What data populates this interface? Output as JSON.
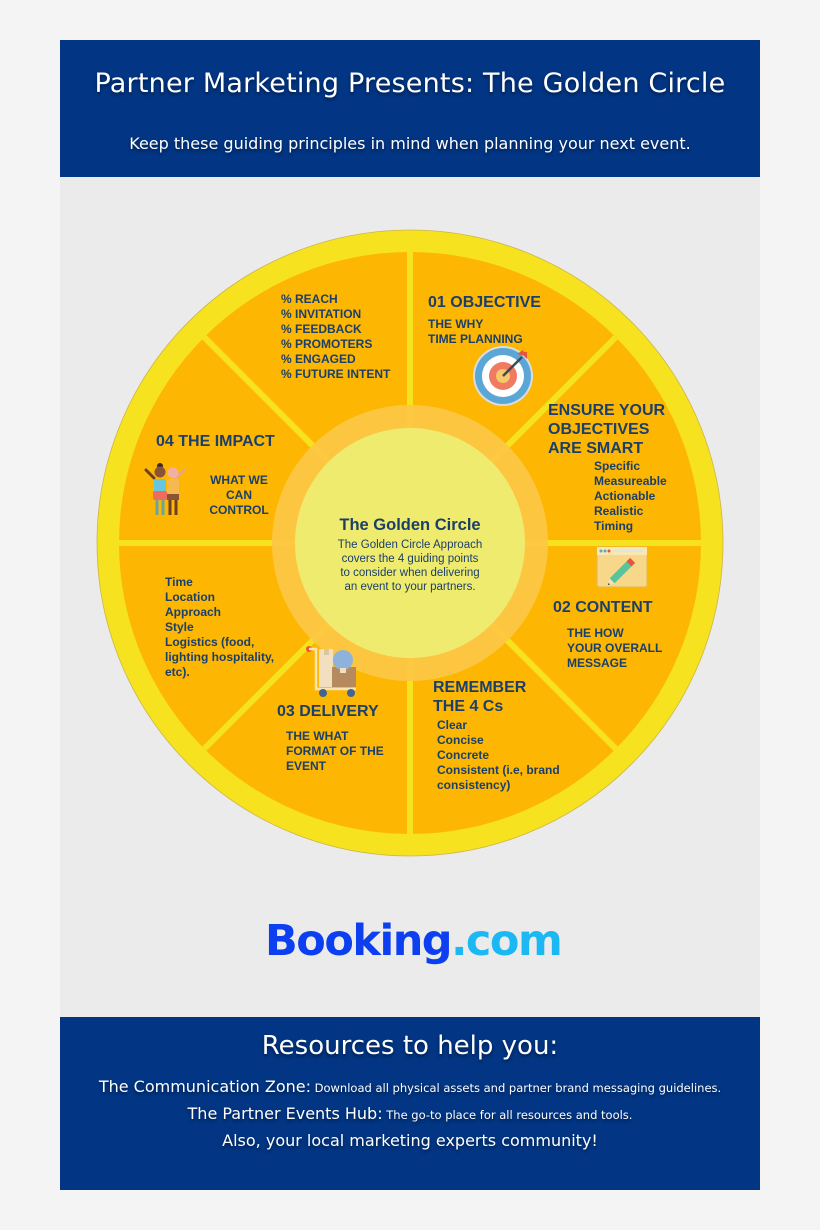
{
  "header": {
    "title": "Partner Marketing Presents: The Golden Circle",
    "subtitle": "Keep these guiding principles in mind when planning your next event."
  },
  "colors": {
    "header_bg": "#023583",
    "page_bg": "#ebebeb",
    "outer_ring": "#f7e21f",
    "segment": "#fdb602",
    "divider": "#f7e21f",
    "inner_ring": "#fdc743",
    "inner_disc": "#efeb6f",
    "text_dark": "#1a3f6b",
    "logo_booking": "#0c3ff0",
    "logo_com": "#1cb8f4"
  },
  "center": {
    "title": "The Golden Circle",
    "body": [
      "The Golden Circle Approach",
      "covers the 4 guiding points",
      "to consider when delivering",
      "an event to your partners."
    ]
  },
  "segments": {
    "metrics": {
      "items": [
        "% REACH",
        "% INVITATION",
        "% FEEDBACK",
        "% PROMOTERS",
        "% ENGAGED",
        "% FUTURE INTENT"
      ]
    },
    "objective": {
      "heading": "01 OBJECTIVE",
      "lines": [
        "THE WHY",
        "TIME PLANNING"
      ],
      "icon": "target-icon"
    },
    "smart": {
      "heading": [
        "ENSURE YOUR",
        "OBJECTIVES",
        "ARE SMART"
      ],
      "items": [
        "Specific",
        "Measureable",
        "Actionable",
        "Realistic",
        "Timing"
      ]
    },
    "content": {
      "heading": "02 CONTENT",
      "lines": [
        "THE HOW",
        "YOUR OVERALL",
        "MESSAGE"
      ],
      "icon": "pencil-window-icon"
    },
    "four_cs": {
      "heading": [
        "REMEMBER",
        "THE 4 Cs"
      ],
      "items": [
        "Clear",
        "Concise",
        "Concrete",
        "Consistent (i.e, brand",
        "consistency)"
      ]
    },
    "delivery": {
      "heading": "03 DELIVERY",
      "lines": [
        "THE WHAT",
        "FORMAT OF THE",
        "EVENT"
      ],
      "icon": "luggage-cart-icon"
    },
    "logistics": {
      "items": [
        "Time",
        "Location",
        "Approach",
        "Style",
        "Logistics (food,",
        "lighting hospitality,",
        "etc)."
      ]
    },
    "impact": {
      "heading": "04 THE IMPACT",
      "lines": [
        "WHAT WE CAN",
        "CONTROL"
      ],
      "icon": "people-icon"
    }
  },
  "logo": {
    "brand": "Booking",
    "suffix": ".com"
  },
  "footer": {
    "title": "Resources to help you:",
    "lines": [
      {
        "label": "The Communication Zone:",
        "detail": " Download all physical assets and partner brand messaging guidelines."
      },
      {
        "label": "The Partner Events Hub:",
        "detail": " The go-to place for all resources and tools."
      },
      {
        "label": "Also, your local marketing experts community!",
        "detail": ""
      }
    ]
  }
}
